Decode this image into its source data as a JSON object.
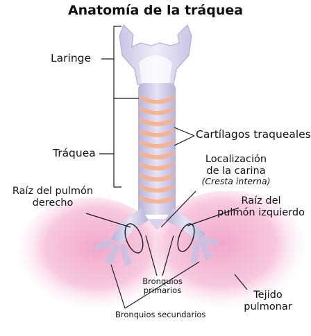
{
  "title": "Anatomía de la tráquea",
  "labels": {
    "laringe": "Laringe",
    "traquea": "Tráquea",
    "cartilagos": "Cartílagos traqueales",
    "carina_line1": "Localización",
    "carina_line2": "de la carina",
    "carina_line3": "(Cresta interna)",
    "raiz_der_line1": "Raíz del pulmón",
    "raiz_der_line2": "derecho",
    "raiz_izq_line1": "Raíz del",
    "raiz_izq_line2": "pulmón izquierdo",
    "bronq_prim_line1": "Bronquios",
    "bronq_prim_line2": "primarios",
    "tejido_line1": "Tejido",
    "tejido_line2": "pulmonar",
    "bronq_sec": "Bronquios secundarios"
  },
  "colors": {
    "lung_pink": "#f4b9d6",
    "trachea_lavender": "#cfcbe6",
    "cartilage_orange": "#f6b28e",
    "line": "#1a1a1a"
  }
}
